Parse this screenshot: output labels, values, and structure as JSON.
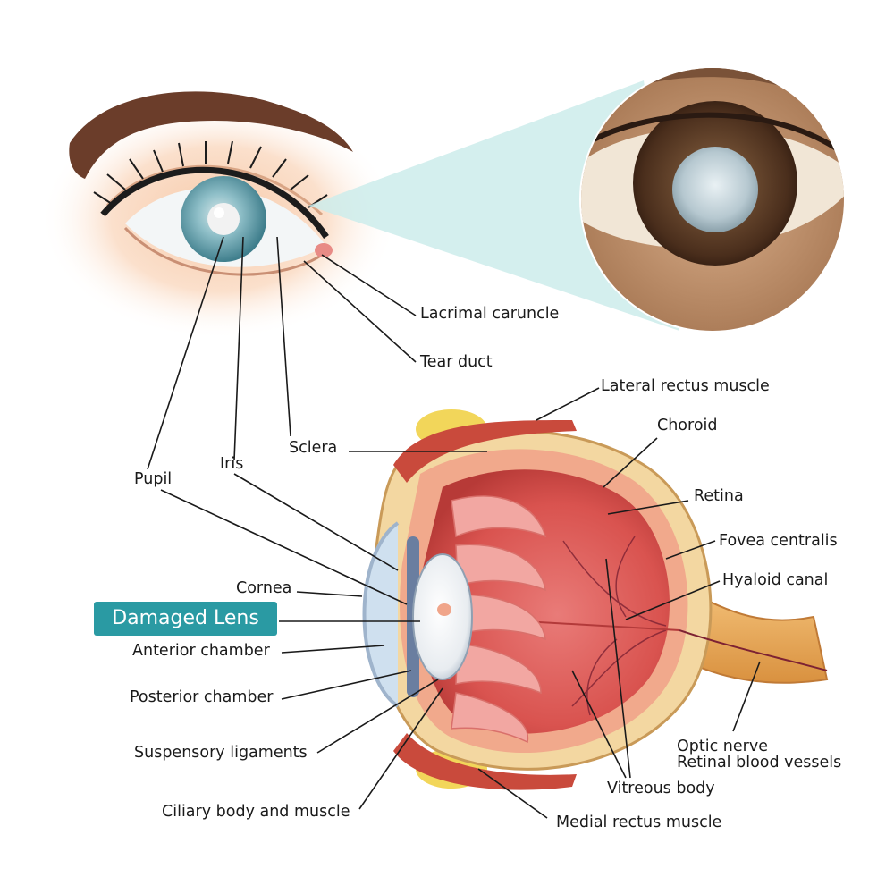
{
  "labels": {
    "lacrimal_caruncle": "Lacrimal caruncle",
    "tear_duct": "Tear duct",
    "lateral_rectus_muscle": "Lateral rectus muscle",
    "choroid": "Choroid",
    "sclera": "Sclera",
    "retina": "Retina",
    "pupil": "Pupil",
    "iris": "Iris",
    "fovea_centralis": "Fovea centralis",
    "hyaloid_canal": "Hyaloid canal",
    "cornea": "Cornea",
    "damaged_lens": "Damaged Lens",
    "anterior_chamber": "Anterior chamber",
    "posterior_chamber": "Posterior chamber",
    "suspensory_ligaments": "Suspensory ligaments",
    "optic_nerve": "Optic nerve",
    "retinal_blood_vessels": "Retinal blood vessels",
    "vitreous_body": "Vitreous body",
    "ciliary_body_and_muscle": "Ciliary body and muscle",
    "medial_rectus_muscle": "Medial rectus muscle"
  },
  "colors": {
    "badge": "#2a9aa3",
    "zoom_cone": "#cdeceb",
    "iris_blue": "#6aa8b4",
    "cataract_brown": "#5a3a24"
  }
}
